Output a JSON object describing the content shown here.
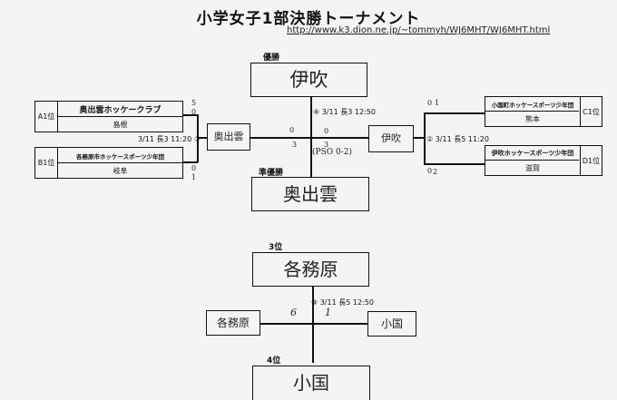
{
  "header": {
    "title": "小学女子1部決勝トーナメント",
    "url": "http://www.k3.dion.ne.jp/~tommyh/WJ6MHT/WJ6MHT.html"
  },
  "final_section": {
    "winner_heading": "優勝",
    "winner_name": "伊吹",
    "runnerup_heading": "準優勝",
    "runnerup_name": "奥出雲",
    "final_match": "④ 3/11 長3 12:50",
    "final_score_left": "0",
    "final_score_left_lower": "3",
    "final_score_right": "0",
    "final_score_right_lower": "3",
    "final_pso": "(PSO 0-2)",
    "semi1": {
      "label": "3/11 長3 11:20 ①",
      "winner": "奥出雲",
      "team_a_pos": "A1位",
      "team_a_name": "奥出雲ホッケークラブ",
      "team_a_pref": "島根",
      "team_a_score": "5",
      "team_a_score_lower": "0",
      "team_b_pos": "B1位",
      "team_b_name": "各務原市ホッケースポーツ少年団",
      "team_b_pref": "岐阜",
      "team_b_score": "0",
      "team_b_score_lower": "1"
    },
    "semi2": {
      "label": "② 3/11 長5 11:20",
      "winner": "伊吹",
      "team_c_pos": "C1位",
      "team_c_name": "小国町ホッケースポーツ少年団",
      "team_c_pref": "熊本",
      "team_c_score": "0",
      "team_c_score_upper": "1",
      "team_d_pos": "D1位",
      "team_d_name": "伊吹ホッケースポーツ少年団",
      "team_d_pref": "滋賀",
      "team_d_score": "0",
      "team_d_score_lower": "2"
    }
  },
  "third_section": {
    "third_heading": "3位",
    "third_name": "各務原",
    "match": "③ 3/11 長5 12:50",
    "left_team": "各務原",
    "right_team": "小国",
    "left_score": "6",
    "right_score": "1",
    "fourth_heading": "4位",
    "fourth_name": "小国"
  }
}
